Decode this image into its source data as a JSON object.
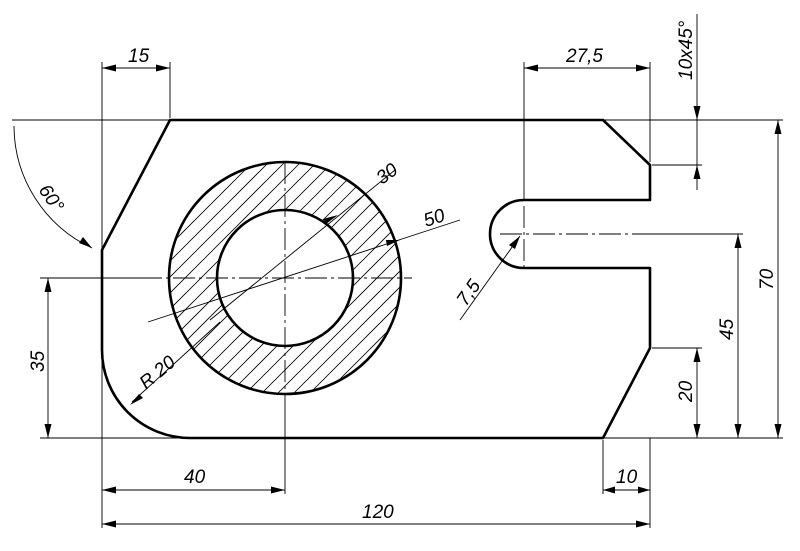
{
  "drawing": {
    "dims": {
      "top_left": "15",
      "slot_offset": "27,5",
      "chamfer": "10x45°",
      "angle": "60°",
      "inner_diameter": "30",
      "outer_diameter": "50",
      "slot_width": "7,5",
      "fillet_radius": "R 20",
      "left_height": "35",
      "center_x": "40",
      "overall_width": "120",
      "bottom_right": "10",
      "right_lower": "20",
      "slot_height": "45",
      "overall_height": "70"
    }
  }
}
